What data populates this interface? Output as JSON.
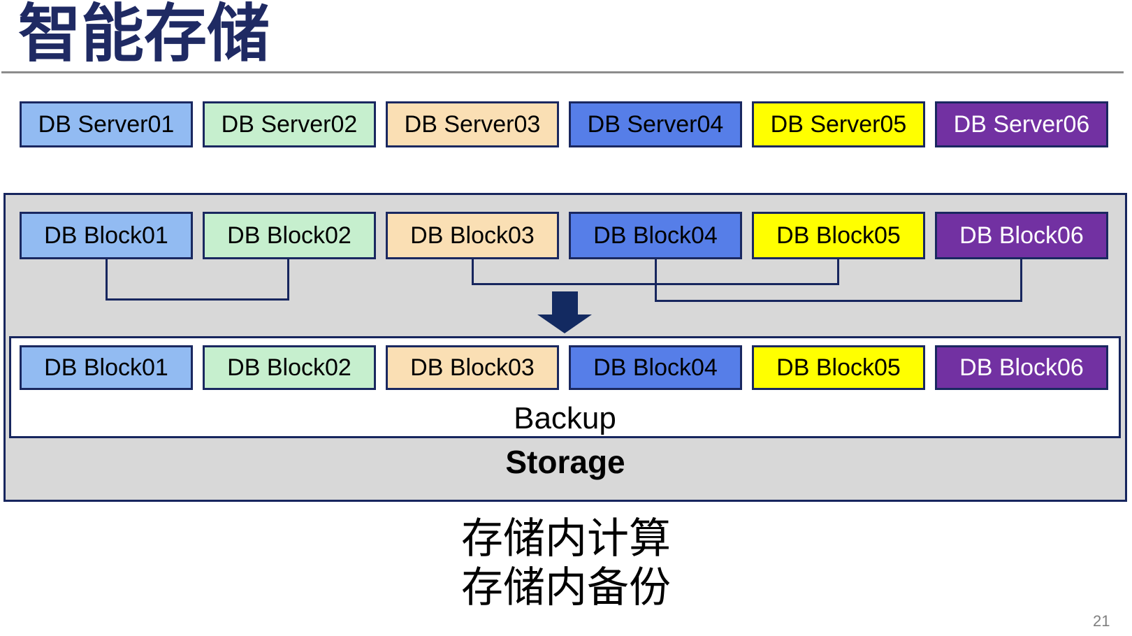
{
  "slide": {
    "title": "智能存储",
    "page_number": "21",
    "footer_lines": [
      "存储内计算",
      "存储内备份"
    ]
  },
  "colors": {
    "title_navy": "#1F2A63",
    "box_border_navy": "#1A2860",
    "outline_navy": "#17265E",
    "arrow_navy": "#132A61",
    "container_gray": "#D8D8D8",
    "rule_gray": "#8C8C8C",
    "page_number_gray": "#7F7F7F",
    "palette": [
      "#92BBF2",
      "#C6EFCE",
      "#FADFB4",
      "#567EE8",
      "#FFFF00",
      "#7231A2"
    ]
  },
  "server_row": [
    {
      "label": "DB Server01",
      "bg": "#92BBF2",
      "fg": "#000000"
    },
    {
      "label": "DB Server02",
      "bg": "#C6EFCE",
      "fg": "#000000"
    },
    {
      "label": "DB Server03",
      "bg": "#FADFB4",
      "fg": "#000000"
    },
    {
      "label": "DB Server04",
      "bg": "#567EE8",
      "fg": "#000000"
    },
    {
      "label": "DB Server05",
      "bg": "#FFFF00",
      "fg": "#000000"
    },
    {
      "label": "DB Server06",
      "bg": "#7231A2",
      "fg": "#FFFFFF"
    }
  ],
  "block_row_top": [
    {
      "label": "DB Block01",
      "bg": "#92BBF2",
      "fg": "#000000"
    },
    {
      "label": "DB Block02",
      "bg": "#C6EFCE",
      "fg": "#000000"
    },
    {
      "label": "DB Block03",
      "bg": "#FADFB4",
      "fg": "#000000"
    },
    {
      "label": "DB Block04",
      "bg": "#567EE8",
      "fg": "#000000"
    },
    {
      "label": "DB Block05",
      "bg": "#FFFF00",
      "fg": "#000000"
    },
    {
      "label": "DB Block06",
      "bg": "#7231A2",
      "fg": "#FFFFFF"
    }
  ],
  "block_row_bottom": [
    {
      "label": "DB Block01",
      "bg": "#92BBF2",
      "fg": "#000000"
    },
    {
      "label": "DB Block02",
      "bg": "#C6EFCE",
      "fg": "#000000"
    },
    {
      "label": "DB Block03",
      "bg": "#FADFB4",
      "fg": "#000000"
    },
    {
      "label": "DB Block04",
      "bg": "#567EE8",
      "fg": "#000000"
    },
    {
      "label": "DB Block05",
      "bg": "#FFFF00",
      "fg": "#000000"
    },
    {
      "label": "DB Block06",
      "bg": "#7231A2",
      "fg": "#FFFFFF"
    }
  ],
  "storage_box": {
    "backup_label": "Backup",
    "storage_label": "Storage"
  }
}
